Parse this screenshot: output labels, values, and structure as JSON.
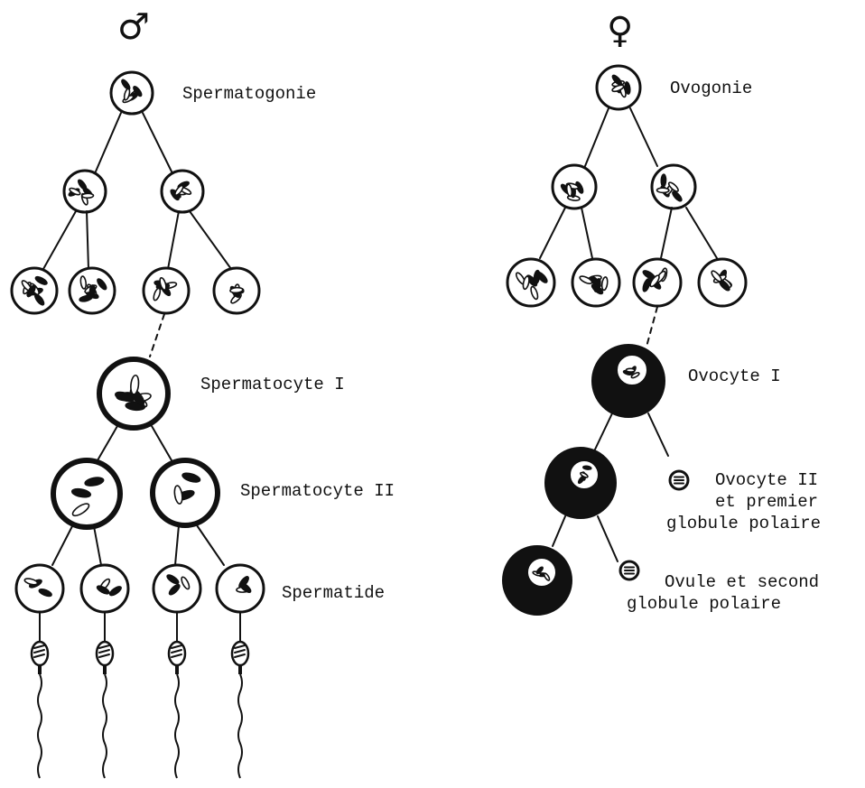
{
  "male": {
    "symbol": "♂",
    "labels": {
      "spermatogonie": "Spermatogonie",
      "spermatocyte1": "Spermatocyte I",
      "spermatocyte2": "Spermatocyte II",
      "spermatide": "Spermatide"
    }
  },
  "female": {
    "symbol": "♀",
    "labels": {
      "ovogonie": "Ovogonie",
      "ovocyte1": "Ovocyte I",
      "ovocyte2": [
        "Ovocyte II",
        "et premier",
        "globule polaire"
      ],
      "ovule": [
        "Ovule et second",
        "globule polaire"
      ]
    }
  }
}
